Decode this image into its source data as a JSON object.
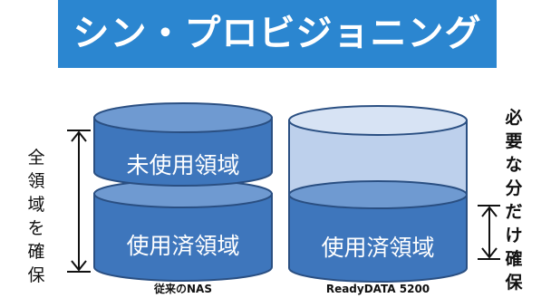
{
  "banner": {
    "title": "シン・プロビジョニング"
  },
  "left_drum": {
    "unused_label": "未使用領域",
    "used_label": "使用済領域",
    "caption": "従来のNAS"
  },
  "right_drum": {
    "used_label": "使用済領域",
    "caption": "ReadyDATA 5200"
  },
  "left_side_text": "全領域を確保",
  "right_side_text": "必要な分だけ確保",
  "colors": {
    "banner": "#2b86d0",
    "drum_solid": "#3e76bc",
    "drum_top": "#6f9ad1",
    "drum_pale": "#bdd0ec",
    "drum_pale_top": "#d7e3f4",
    "outline": "#2a4f82"
  }
}
